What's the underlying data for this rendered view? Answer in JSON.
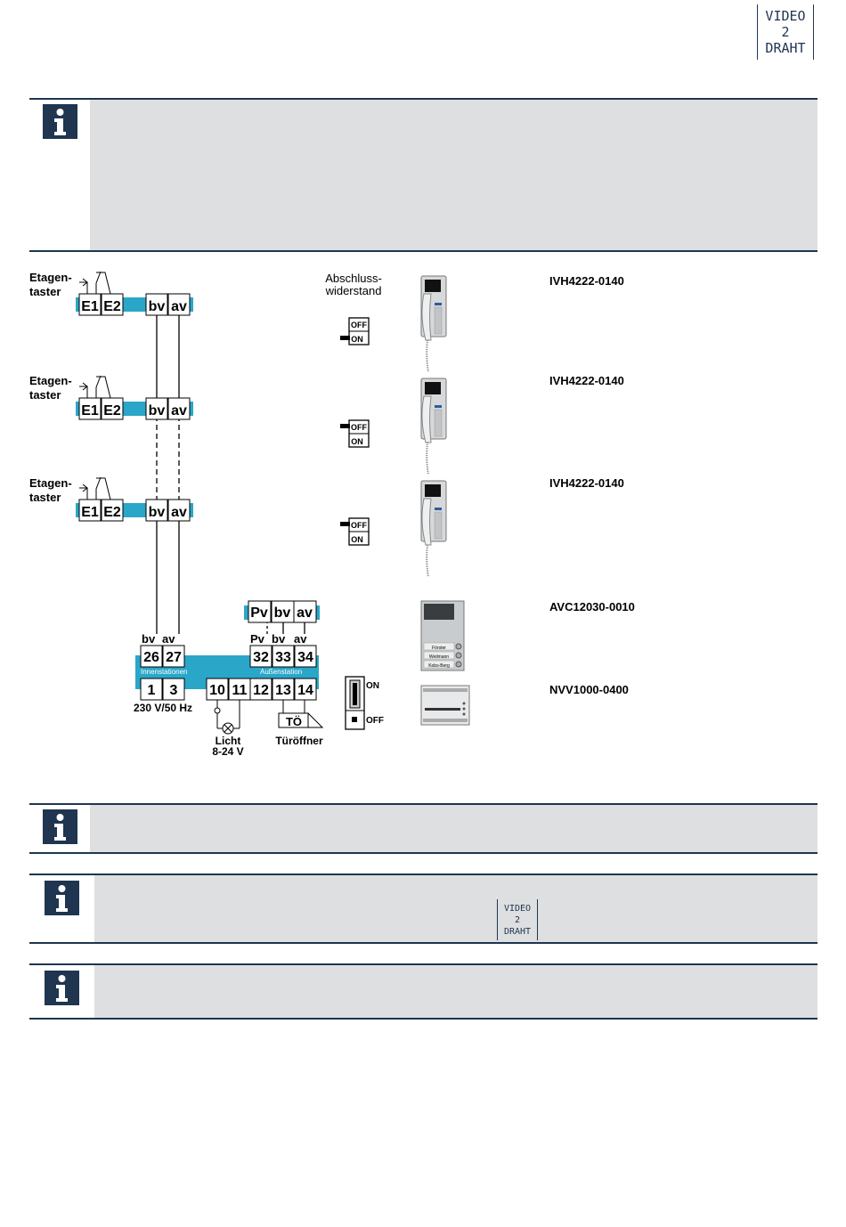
{
  "header": {
    "logo_top": [
      "VIDEO",
      "2",
      "DRAHT"
    ]
  },
  "diagram": {
    "etagentaster_label": [
      "Etagen-",
      "taster"
    ],
    "abschluss_label": [
      "Abschluss-",
      "widerstand"
    ],
    "terminals_row": [
      "E1",
      "E2",
      "bv",
      "av"
    ],
    "switch_off": "OFF",
    "switch_on": "ON",
    "devices": [
      {
        "model": "IVH4222-0140"
      },
      {
        "model": "IVH4222-0140"
      },
      {
        "model": "IVH4222-0140"
      },
      {
        "model": "AVC12030-0010"
      },
      {
        "model": "NVV1000-0400"
      }
    ],
    "outdoor_terminals": [
      "Pv",
      "bv",
      "av"
    ],
    "controller": {
      "top_labels_left": [
        "bv",
        "av"
      ],
      "top_labels_right": [
        "Pv",
        "bv",
        "av"
      ],
      "terminals_top_left": [
        "26",
        "27"
      ],
      "terminals_top_right": [
        "32",
        "33",
        "34"
      ],
      "label_inner": "Innenstationen",
      "label_outer": "Außenstation",
      "terminals_bottom_left": [
        "1",
        "3"
      ],
      "terminals_bottom_right": [
        "10",
        "11",
        "12",
        "13",
        "14"
      ],
      "power": "230 V/50 Hz",
      "licht": [
        "Licht",
        "8-24 V"
      ],
      "tueroeffner_box": "TÖ",
      "tueroeffner": "Türöffner"
    },
    "supply_switch_on": "ON",
    "supply_switch_off": "OFF",
    "panel_names": [
      "Förster",
      "Weilmann",
      "Kobs-Berg"
    ]
  },
  "bottom_logo": [
    "VIDEO",
    "2",
    "DRAHT"
  ],
  "colors": {
    "navy": "#1f3550",
    "grey_box": "#dedfe0",
    "bus_blue": "#2aa6c8"
  }
}
